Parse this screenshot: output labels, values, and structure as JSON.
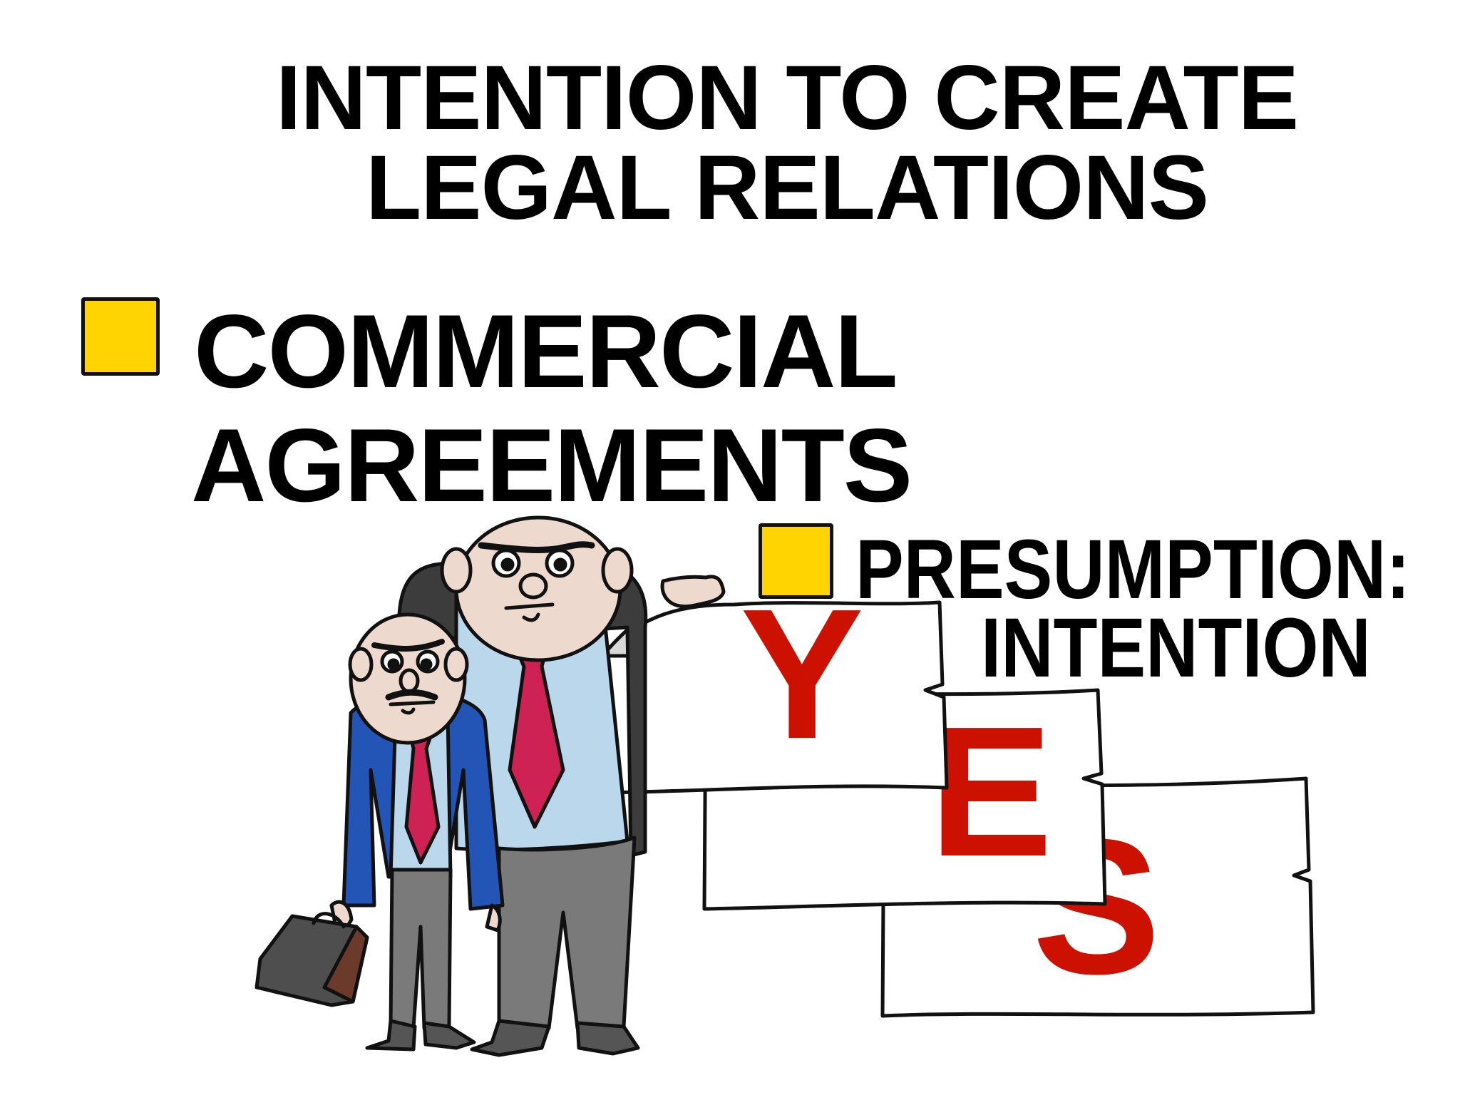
{
  "slide": {
    "title_lines": [
      "INTENTION TO CREATE",
      "LEGAL RELATIONS"
    ],
    "bullets": [
      {
        "level": 1,
        "lines": [
          "COMMERCIAL",
          "AGREEMENTS"
        ],
        "marker_color": "#FFD400"
      },
      {
        "level": 2,
        "lines": [
          "PRESUMPTION:",
          "INTENTION"
        ],
        "marker_color": "#FFD400"
      }
    ]
  },
  "illustration": {
    "description": "Two bald businessmen in suits beside stacked paper signs",
    "signs": [
      {
        "letter": "Y",
        "color": "#CC1100"
      },
      {
        "letter": "E",
        "color": "#CC1100"
      },
      {
        "letter": "S",
        "color": "#CC1100"
      }
    ],
    "colors": {
      "skin": "#EDD9CE",
      "shirt": "#BBD7EC",
      "tie": "#CE2255",
      "small_jacket": "#2255B5",
      "big_jacket": "#3C3C3C",
      "trousers": "#7A7A7A",
      "briefcase": "#4E4E4E",
      "outline": "#111111"
    }
  }
}
